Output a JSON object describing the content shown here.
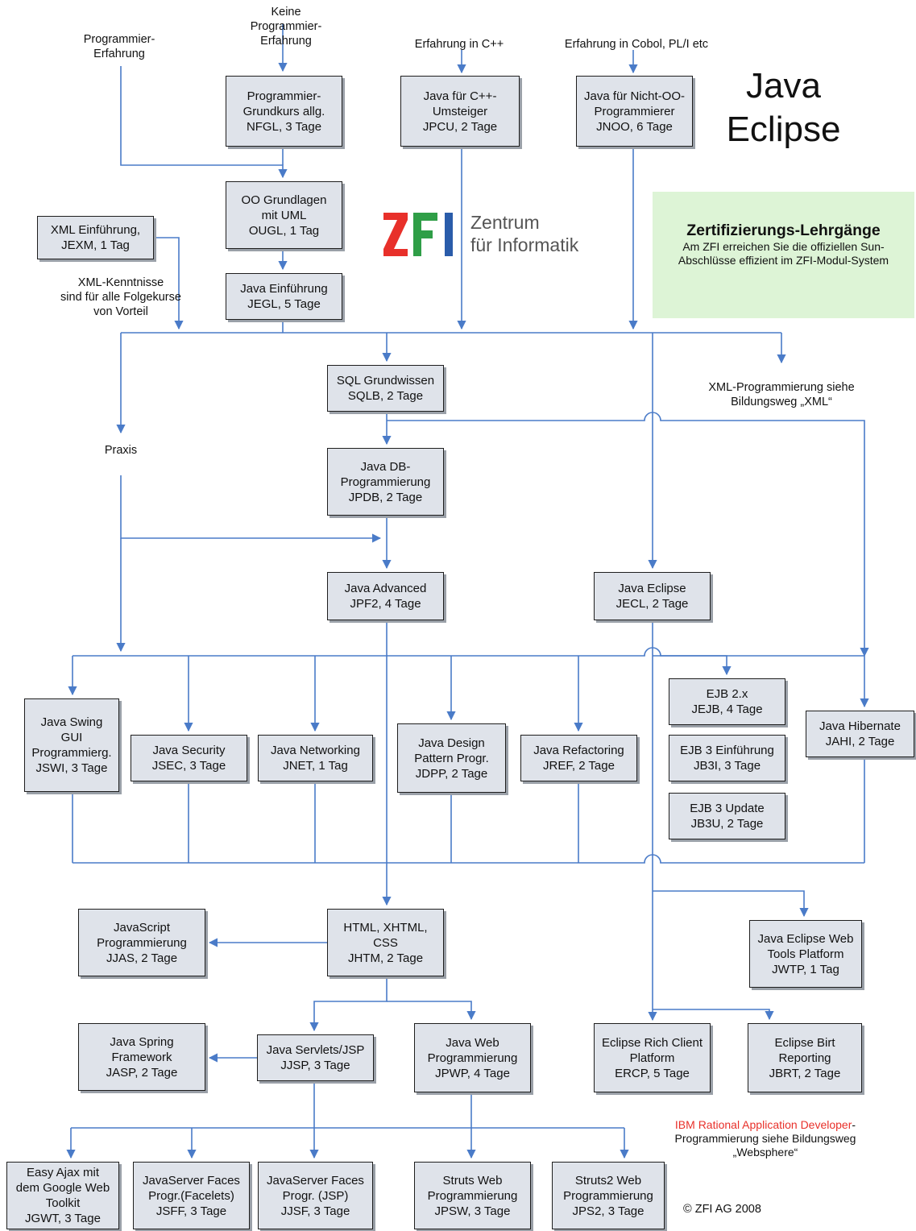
{
  "title": {
    "line1": "Java",
    "line2": "Eclipse"
  },
  "certification": {
    "heading": "Zertifizierungs-Lehrgänge",
    "text": "Am ZFI erreichen Sie die offiziellen Sun-\nAbschlüsse effizient im ZFI-Modul-System"
  },
  "logo": {
    "text": "Zentrum\nfür Informatik",
    "colors": {
      "red": "#e8302a",
      "green": "#2f9e47",
      "blue": "#2a5caa"
    }
  },
  "line_color": "#4a7bc8",
  "box_fill": "#dfe3ea",
  "labels": {
    "prog_erfahrung": "Programmier-\nErfahrung",
    "keine": "Keine\nProgrammier-\nErfahrung",
    "cpp": "Erfahrung in C++",
    "cobol": "Erfahrung in Cobol, PL/I etc",
    "xml_kenntnisse": "XML-Kenntnisse\nsind für alle Folgekurse\nvon Vorteil",
    "praxis": "Praxis",
    "xml_prog": "XML-Programmierung siehe\nBildungsweg „XML“"
  },
  "courses": {
    "nfgl": "Programmier-\nGrundkurs allg.\nNFGL, 3 Tage",
    "jpcu": "Java für C++-\nUmsteiger\nJPCU, 2 Tage",
    "jnoo": "Java für Nicht-OO-\nProgrammierer\nJNOO, 6 Tage",
    "ougl": "OO Grundlagen\nmit UML\nOUGL, 1 Tag",
    "jexm": "XML Einführung,\nJEXM, 1 Tag",
    "jegl": "Java Einführung\nJEGL, 5 Tage",
    "sqlb": "SQL Grundwissen\nSQLB, 2 Tage",
    "jpdb": "Java DB-\nProgrammierung\nJPDB, 2 Tage",
    "jpf2": "Java Advanced\nJPF2, 4 Tage",
    "jecl": "Java Eclipse\nJECL, 2 Tage",
    "jswi": "Java Swing\nGUI\nProgrammierg.\nJSWI, 3 Tage",
    "jsec": "Java Security\nJSEC, 3 Tage",
    "jnet": "Java Networking\nJNET, 1 Tag",
    "jdpp": "Java Design\nPattern Progr.\nJDPP, 2 Tage",
    "jref": "Java Refactoring\nJREF, 2 Tage",
    "jejb": "EJB 2.x\nJEJB, 4 Tage",
    "jb3i": "EJB 3 Einführung\nJB3I, 3 Tage",
    "jb3u": "EJB 3 Update\nJB3U, 2 Tage",
    "jahi": "Java Hibernate\nJAHI, 2 Tage",
    "jjas": "JavaScript\nProgrammierung\nJJAS, 2 Tage",
    "jhtm": "HTML, XHTML,\nCSS\nJHTM, 2 Tage",
    "jwtp": "Java Eclipse Web\nTools Platform\nJWTP, 1 Tag",
    "jasp": "Java Spring\nFramework\nJASP, 2 Tage",
    "jjsp": "Java Servlets/JSP\nJJSP, 3 Tage",
    "jpwp": "Java Web\nProgrammierung\nJPWP, 4 Tage",
    "ercp": "Eclipse Rich Client\nPlatform\nERCP, 5 Tage",
    "jbrt": "Eclipse Birt\nReporting\nJBRT, 2 Tage",
    "jgwt": "Easy Ajax mit\ndem Google Web\nToolkit\nJGWT, 3 Tage",
    "jsff": "JavaServer Faces\nProgr.(Facelets)\nJSFF, 3 Tage",
    "jjsf": "JavaServer Faces\nProgr. (JSP)\nJJSF, 3 Tage",
    "jpsw": "Struts Web\nProgrammierung\nJPSW, 3 Tage",
    "jps2": "Struts2 Web\nProgrammierung\nJPS2, 3 Tage"
  },
  "ibm": {
    "red": "IBM Rational Application Developer",
    "dash": "-",
    "rest": "\nProgrammierung siehe Bildungsweg\n„Websphere“"
  },
  "copyright": "© ZFI AG 2008"
}
